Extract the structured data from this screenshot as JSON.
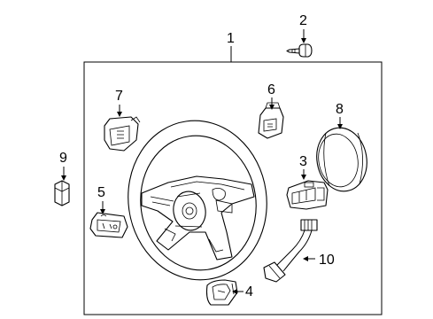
{
  "diagram": {
    "type": "exploded parts diagram",
    "subject": "steering wheel assembly",
    "callouts": [
      "1",
      "2",
      "3",
      "4",
      "5",
      "6",
      "7",
      "8",
      "9",
      "10"
    ]
  }
}
